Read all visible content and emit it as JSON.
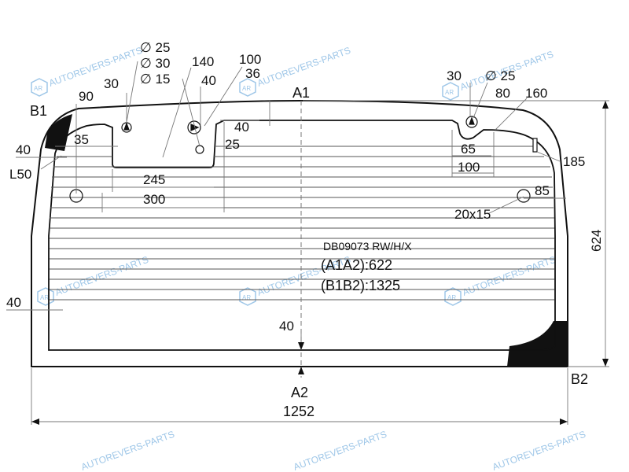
{
  "colors": {
    "line": "#111111",
    "heating_lines": "#555555",
    "dim_lines": "#777777",
    "ceramic_fill": "#111111",
    "watermark": "#9fc7e8"
  },
  "part": {
    "code": "DB09073 RW/H/X",
    "a1a2": "(A1A2):622",
    "b1b2": "(B1B2):1325"
  },
  "points": {
    "a1": "A1",
    "a2": "A2",
    "b1": "B1",
    "b2": "B2"
  },
  "dimensions": {
    "overall_width": "1252",
    "overall_height": "624",
    "d_25_left": "∅ 25",
    "d_30_left": "∅ 30",
    "d_15_left": "∅ 15",
    "n_140": "140",
    "n_100": "100",
    "n_40_top": "40",
    "n_36": "36",
    "n_30_left": "30",
    "n_90": "90",
    "n_35": "35",
    "n_40_notch": "40",
    "n_25": "25",
    "n_40_side": "40",
    "l_50": "L50",
    "n_245": "245",
    "n_300": "300",
    "n_40_left_low": "40",
    "n_40_center": "40",
    "n_30_right": "30",
    "d_25_right": "∅ 25",
    "n_80": "80",
    "n_160": "160",
    "n_65": "65",
    "n_100_right": "100",
    "n_185": "185",
    "n_85": "85",
    "slot": "20x15"
  },
  "watermark": {
    "text": "AUTOREVERS-PARTS",
    "logo": "AR"
  }
}
